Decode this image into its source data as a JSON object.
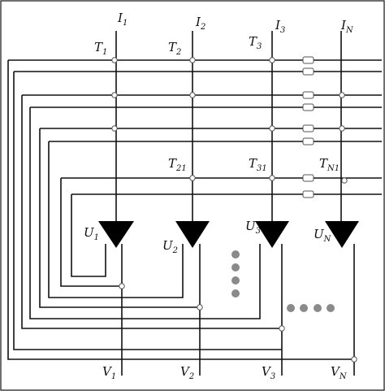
{
  "inputs": [
    {
      "letter": "I",
      "sub": "1"
    },
    {
      "letter": "I",
      "sub": "2"
    },
    {
      "letter": "I",
      "sub": "3"
    },
    {
      "letter": "I",
      "sub": "N"
    }
  ],
  "top_taps": [
    {
      "letter": "T",
      "sub": "1"
    },
    {
      "letter": "T",
      "sub": "2"
    },
    {
      "letter": "T",
      "sub": "3"
    }
  ],
  "lower_taps": [
    {
      "letter": "T",
      "sub": "21"
    },
    {
      "letter": "T",
      "sub": "31"
    },
    {
      "letter": "T",
      "sub": "N1"
    }
  ],
  "units": [
    {
      "letter": "U",
      "sub": "1"
    },
    {
      "letter": "U",
      "sub": "2"
    },
    {
      "letter": "U",
      "sub": "3"
    },
    {
      "letter": "U",
      "sub": "N"
    }
  ],
  "outputs": [
    {
      "letter": "V",
      "sub": "1"
    },
    {
      "letter": "V",
      "sub": "2"
    },
    {
      "letter": "V",
      "sub": "3"
    },
    {
      "letter": "V",
      "sub": "N"
    }
  ],
  "colors": {
    "wire": "#111111",
    "node": "#555555",
    "ellipsis_dot": "#8a8a8a",
    "unit": "#000000"
  }
}
